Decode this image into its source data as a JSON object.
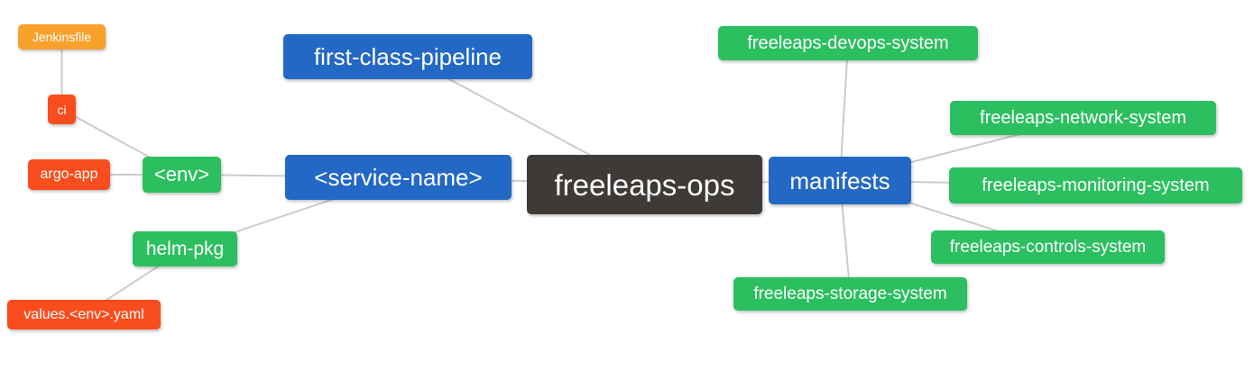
{
  "diagram": {
    "title": "freeleaps-ops mind map",
    "nodes": {
      "jenkinsfile": {
        "label": "Jenkinsfile"
      },
      "ci": {
        "label": "ci"
      },
      "argo_app": {
        "label": "argo-app"
      },
      "env": {
        "label": "<env>"
      },
      "helm_pkg": {
        "label": "helm-pkg"
      },
      "values_yaml": {
        "label": "values.<env>.yaml"
      },
      "first_class_pipeline": {
        "label": "first-class-pipeline"
      },
      "service_name": {
        "label": "<service-name>"
      },
      "freeleaps_ops": {
        "label": "freeleaps-ops"
      },
      "manifests": {
        "label": "manifests"
      },
      "devops_system": {
        "label": "freeleaps-devops-system"
      },
      "network_system": {
        "label": "freeleaps-network-system"
      },
      "monitoring_system": {
        "label": "freeleaps-monitoring-system"
      },
      "controls_system": {
        "label": "freeleaps-controls-system"
      },
      "storage_system": {
        "label": "freeleaps-storage-system"
      }
    },
    "colors": {
      "root-color": "#3d3a37",
      "primary": "#2368c4",
      "success": "#2bbf60",
      "danger": "#f94d1e",
      "warning": "#f8a12b",
      "edge": "#cbcbcb",
      "text-on-node": "#ffffff"
    }
  }
}
